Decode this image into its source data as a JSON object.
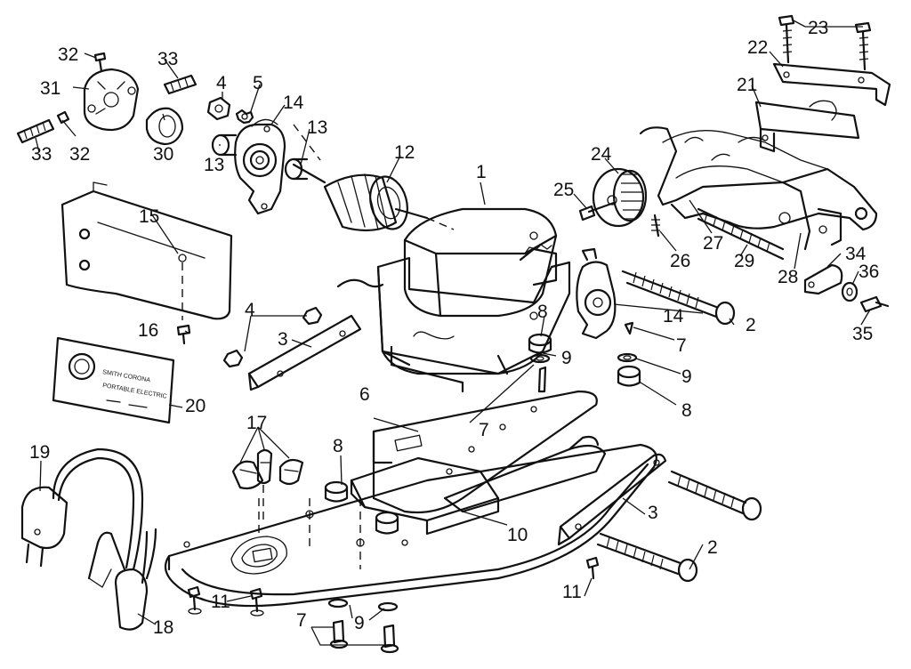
{
  "callouts": [
    {
      "id": "c1",
      "text": "1"
    },
    {
      "id": "c2a",
      "text": "2"
    },
    {
      "id": "c2b",
      "text": "2"
    },
    {
      "id": "c3a",
      "text": "3"
    },
    {
      "id": "c3b",
      "text": "3"
    },
    {
      "id": "c4a",
      "text": "4"
    },
    {
      "id": "c4b",
      "text": "4"
    },
    {
      "id": "c5",
      "text": "5"
    },
    {
      "id": "c6",
      "text": "6"
    },
    {
      "id": "c7a",
      "text": "7"
    },
    {
      "id": "c7b",
      "text": "7"
    },
    {
      "id": "c7c",
      "text": "7"
    },
    {
      "id": "c8a",
      "text": "8"
    },
    {
      "id": "c8b",
      "text": "8"
    },
    {
      "id": "c8c",
      "text": "8"
    },
    {
      "id": "c9a",
      "text": "9"
    },
    {
      "id": "c9b",
      "text": "9"
    },
    {
      "id": "c9c",
      "text": "9"
    },
    {
      "id": "c10",
      "text": "10"
    },
    {
      "id": "c11a",
      "text": "11"
    },
    {
      "id": "c11b",
      "text": "11"
    },
    {
      "id": "c12",
      "text": "12"
    },
    {
      "id": "c13a",
      "text": "13"
    },
    {
      "id": "c13b",
      "text": "13"
    },
    {
      "id": "c14a",
      "text": "14"
    },
    {
      "id": "c14b",
      "text": "14"
    },
    {
      "id": "c15",
      "text": "15"
    },
    {
      "id": "c16",
      "text": "16"
    },
    {
      "id": "c17",
      "text": "17"
    },
    {
      "id": "c18",
      "text": "18"
    },
    {
      "id": "c19",
      "text": "19"
    },
    {
      "id": "c20",
      "text": "20"
    },
    {
      "id": "c21",
      "text": "21"
    },
    {
      "id": "c22",
      "text": "22"
    },
    {
      "id": "c23",
      "text": "23"
    },
    {
      "id": "c24",
      "text": "24"
    },
    {
      "id": "c25",
      "text": "25"
    },
    {
      "id": "c26",
      "text": "26"
    },
    {
      "id": "c27",
      "text": "27"
    },
    {
      "id": "c28",
      "text": "28"
    },
    {
      "id": "c29",
      "text": "29"
    },
    {
      "id": "c30",
      "text": "30"
    },
    {
      "id": "c31",
      "text": "31"
    },
    {
      "id": "c32a",
      "text": "32"
    },
    {
      "id": "c32b",
      "text": "32"
    },
    {
      "id": "c33a",
      "text": "33"
    },
    {
      "id": "c33b",
      "text": "33"
    },
    {
      "id": "c34",
      "text": "34"
    },
    {
      "id": "c35",
      "text": "35"
    },
    {
      "id": "c36",
      "text": "36"
    }
  ],
  "nameplate": {
    "line1": "SMITH CORONA",
    "line2": "PORTABLE ELECTRIC"
  }
}
